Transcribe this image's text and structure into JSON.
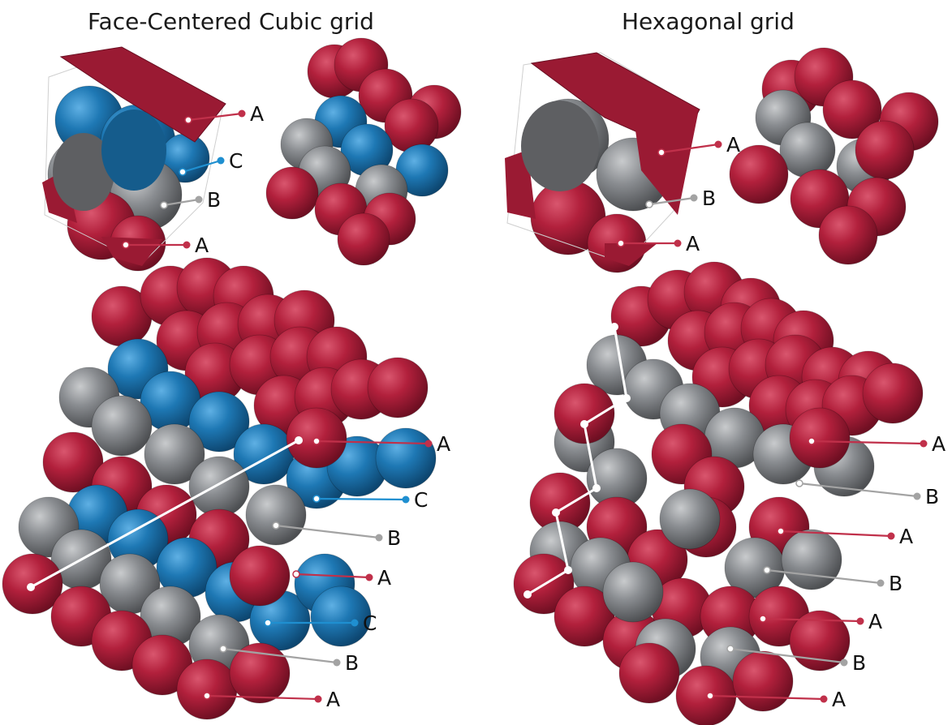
{
  "titles": {
    "fcc": "Face-Centered Cubic grid",
    "hex": "Hexagonal grid"
  },
  "colors": {
    "A": "#b2203c",
    "B": "#8a8d91",
    "C": "#1e78b4",
    "line_A": "#c0304a",
    "line_B": "#a3a3a3",
    "line_C": "#1f8fd0",
    "white_path": "#ffffff"
  },
  "fcc": {
    "small_unit_labels": [
      "A",
      "C",
      "B",
      "A"
    ],
    "big_stack_labels": [
      "A",
      "C",
      "B",
      "A",
      "C",
      "B",
      "A"
    ]
  },
  "hex": {
    "small_unit_labels": [
      "A",
      "B",
      "A"
    ],
    "big_stack_labels": [
      "A",
      "B",
      "A",
      "B",
      "A",
      "B",
      "A"
    ]
  }
}
